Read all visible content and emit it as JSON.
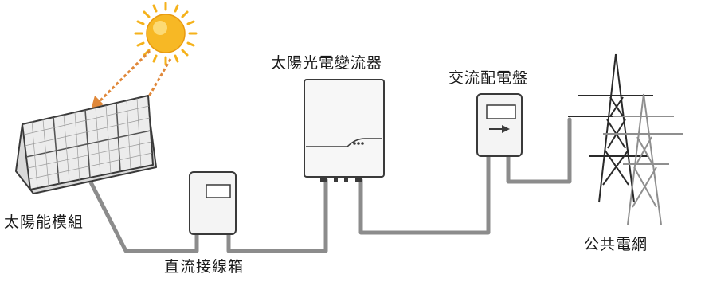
{
  "labels": {
    "solar_module": "太陽能模組",
    "dc_junction_box": "直流接線箱",
    "pv_inverter": "太陽光電變流器",
    "ac_distribution_panel": "交流配電盤",
    "public_grid": "公共電網"
  },
  "colors": {
    "cable": "#8c8c8c",
    "sunlight_arrow": "#e0883a",
    "sun_core": "#f5b21b",
    "outline": "#3a3a3a"
  }
}
